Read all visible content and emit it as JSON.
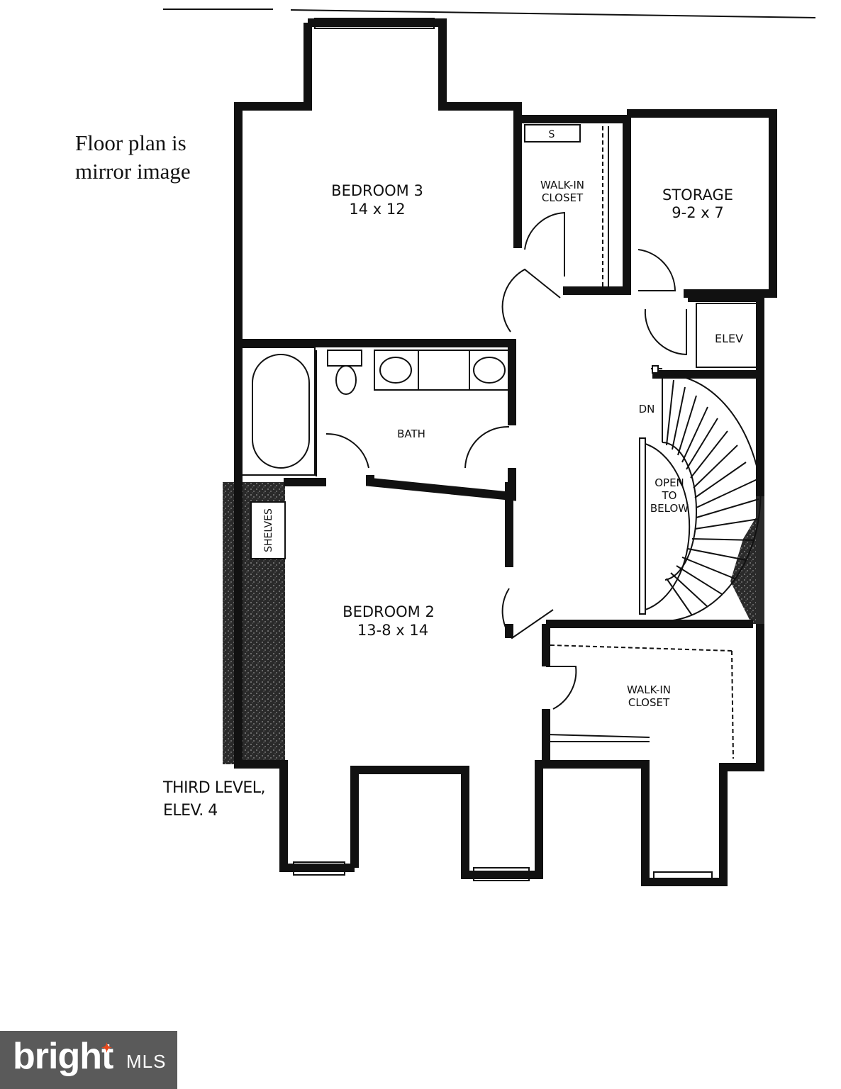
{
  "note": {
    "line1": "Floor plan is",
    "line2": "mirror image"
  },
  "level": {
    "line1": "THIRD LEVEL,",
    "line2": "ELEV. 4"
  },
  "rooms": {
    "bedroom3": {
      "name": "BEDROOM 3",
      "size": "14 x 12"
    },
    "bedroom2": {
      "name": "BEDROOM 2",
      "size": "13-8 x 14"
    },
    "storage": {
      "name": "STORAGE",
      "size": "9-2 x 7"
    },
    "closet_top": {
      "line1": "WALK-IN",
      "line2": "CLOSET"
    },
    "closet_bottom": {
      "line1": "WALK-IN",
      "line2": "CLOSET"
    },
    "bath": "BATH",
    "elev": "ELEV",
    "shelves": "SHELVES",
    "s_mark": "S",
    "stairs": {
      "dn": "DN",
      "open1": "OPEN",
      "open2": "TO",
      "open3": "BELOW"
    }
  },
  "logo": {
    "word": "bright",
    "suffix": "MLS"
  },
  "colors": {
    "wall": "#111111",
    "logo_bg": "#5a5a5a",
    "logo_accent": "#e8481c"
  }
}
